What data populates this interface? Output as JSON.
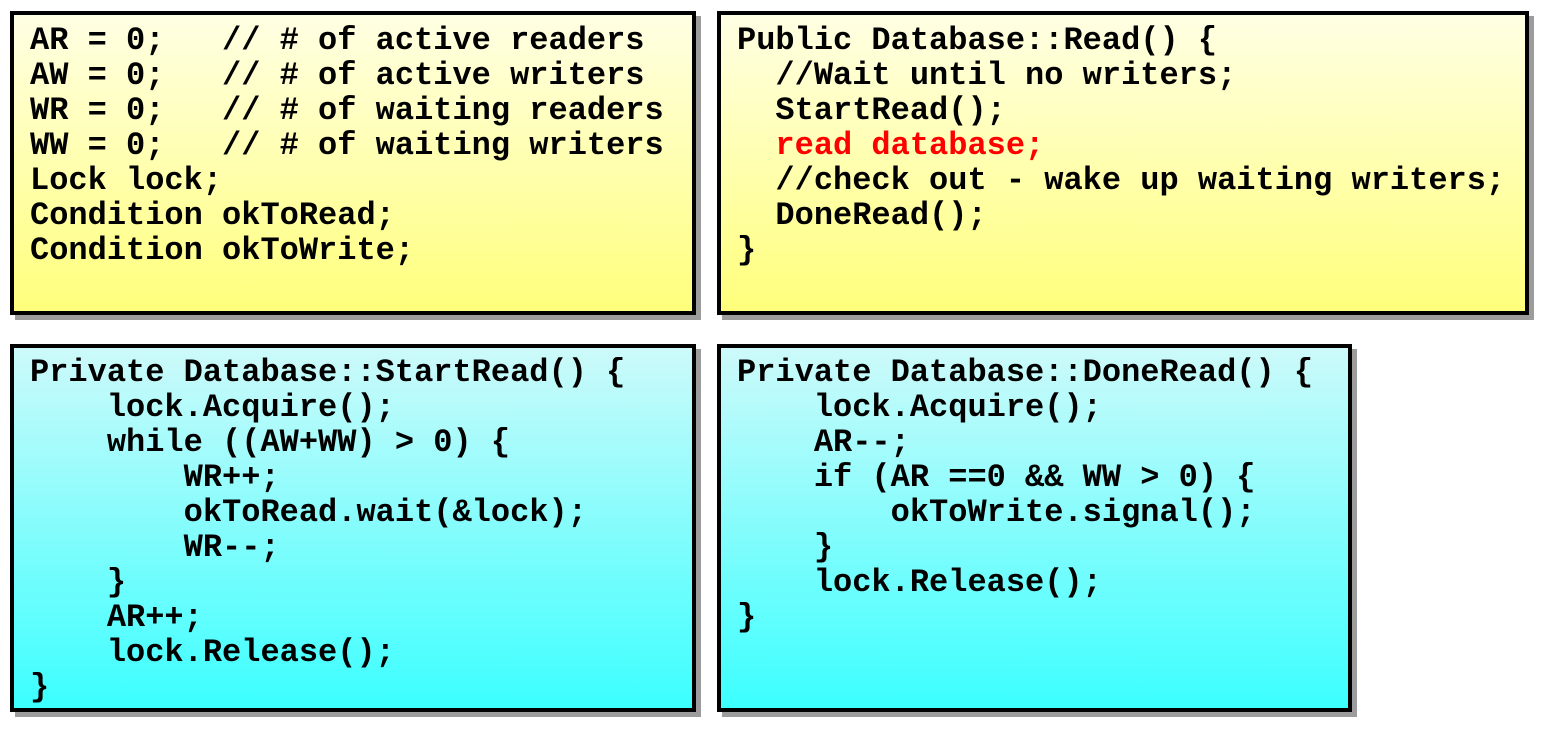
{
  "colors": {
    "text": "#000000",
    "emphasis_red": "#FF0000",
    "border": "#000000",
    "shadow": "#9C9C9C",
    "yellow_gradient_top": "#FFFFE4",
    "yellow_gradient_bottom": "#FFFF7C",
    "cyan_gradient_top": "#CDFAFA",
    "cyan_gradient_bottom": "#3CFFFF",
    "page_background": "#FFFFFF"
  },
  "boxes": {
    "declarations": {
      "theme": "yellow",
      "lines": [
        {
          "text": "AR = 0;   // # of active readers"
        },
        {
          "text": "AW = 0;   // # of active writers"
        },
        {
          "text": "WR = 0;   // # of waiting readers"
        },
        {
          "text": "WW = 0;   // # of waiting writers"
        },
        {
          "text": "Lock lock;"
        },
        {
          "text": "Condition okToRead;"
        },
        {
          "text": "Condition okToWrite;"
        }
      ]
    },
    "read": {
      "theme": "yellow",
      "lines": [
        {
          "text": "Public Database::Read() {"
        },
        {
          "text": "  //Wait until no writers;"
        },
        {
          "text": "  StartRead();"
        },
        {
          "text": "  read database;",
          "emphasis": "red"
        },
        {
          "text": "  //check out - wake up waiting writers;"
        },
        {
          "text": "  DoneRead();"
        },
        {
          "text": "}"
        }
      ]
    },
    "startread": {
      "theme": "cyan",
      "lines": [
        {
          "text": "Private Database::StartRead() {"
        },
        {
          "text": "    lock.Acquire();"
        },
        {
          "text": "    while ((AW+WW) > 0) {"
        },
        {
          "text": "        WR++;"
        },
        {
          "text": "        okToRead.wait(&lock);"
        },
        {
          "text": "        WR--;"
        },
        {
          "text": "    }"
        },
        {
          "text": "    AR++;"
        },
        {
          "text": "    lock.Release();"
        },
        {
          "text": "}"
        }
      ]
    },
    "doneread": {
      "theme": "cyan",
      "lines": [
        {
          "text": "Private Database::DoneRead() {"
        },
        {
          "text": "    lock.Acquire();"
        },
        {
          "text": "    AR--;"
        },
        {
          "text": "    if (AR ==0 && WW > 0) {"
        },
        {
          "text": "        okToWrite.signal();"
        },
        {
          "text": "    }"
        },
        {
          "text": "    lock.Release();"
        },
        {
          "text": "}"
        }
      ]
    }
  }
}
